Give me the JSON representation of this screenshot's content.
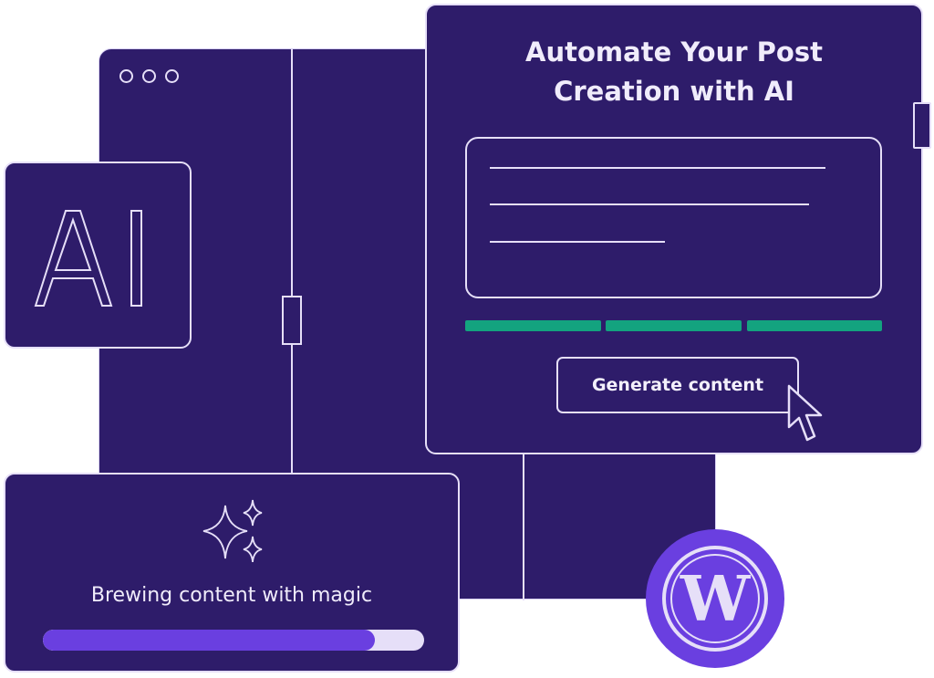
{
  "hero": {
    "title_line1": "Automate Your Post",
    "title_line2": "Creation with AI",
    "generate_button": "Generate content"
  },
  "ai_badge": {
    "label": "AI"
  },
  "status_card": {
    "message": "Brewing content with magic",
    "progress_percent": 87
  },
  "icons": [
    "window-dots-icon",
    "sparkles-icon",
    "cursor-icon",
    "wordpress-logo-icon"
  ],
  "colors": {
    "background": "#2e1c6a",
    "stroke": "#e6dff8",
    "accent": "#6a3fe0",
    "success": "#13a37f"
  }
}
